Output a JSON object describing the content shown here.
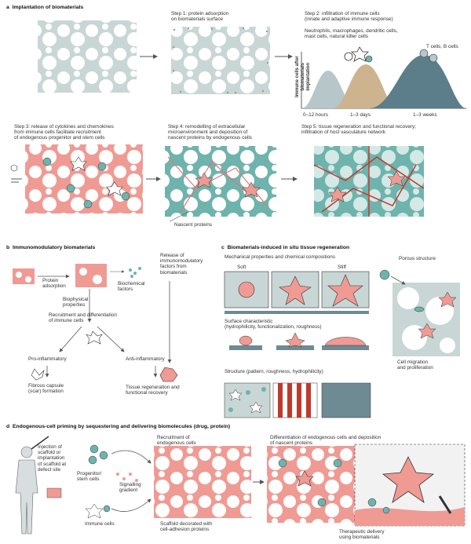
{
  "panel_a": {
    "letter": "a",
    "title": "Implantation of biomaterials",
    "step1": "Step 1: protein adsorption\non biomaterials surface",
    "step2": "Step 2: infiltration of immune cells\n(innate and adaptive immune response)",
    "step2_cells": "Neutrophils, macrophages, dendritic cells,\nmast cells, natural killer cells",
    "tcells": "T cells, B cells",
    "ylabel": "Immune cells after\nbiomaterials\nimplantation",
    "times": [
      "0–12 hours",
      "1–3 days",
      "1–3 weeks"
    ],
    "step3": "Step 3: release of cytokines and chemokines\nfrom immune cells facilitate recruitment\nof endogenous progenitor and stem cells",
    "step4": "Step 4: remodelling of extracellular\nmicroenvironment and deposition of\nnascent proteins by endogenous cells",
    "step5": "Step 5: tissue regeneration and functional recovery;\ninfiltration of host vasculature network",
    "nascent": "Nascent proteins"
  },
  "panel_b": {
    "letter": "b",
    "title": "Immunomodulatory biomaterials",
    "protein_adsorption": "Protein\nadsorption",
    "biochemical": "Biochemical\nfactors",
    "release": "Release of\nimmunomodulatory\nfactors from\nbiomaterials",
    "biophysical": "Biophysical\nproperties",
    "recruitment": "Recruitment and differentiation\nof immune cells",
    "pro": "Pro-inflammatory",
    "anti": "Anti-inflammatory",
    "fibrous": "Fibrous capsule\n(scar) formation",
    "regeneration": "Tissue regeneration and\nfunctional recovery"
  },
  "panel_c": {
    "letter": "c",
    "title": "Biomaterials-induced in situ tissue regeneration",
    "mech": "Mechanical properties and chemical compositions",
    "soft": "Soft",
    "stiff": "Stiff",
    "porous": "Porous structure",
    "surface": "Surface characteristic\n(hydrophilicity, functionalization, roughness)",
    "structure": "Structure (pattern, roughness, hydrophilicity)",
    "migration": "Cell migration\nand proliferation"
  },
  "panel_d": {
    "letter": "d",
    "title": "Endogenous-cell priming by sequestering and delivering biomolecules (drug, protein)",
    "injection": "Injection of\nscaffold or\nimplantation\nof scaffold at\ndefect site",
    "progenitor": "Progenitor/\nstem cells",
    "signalling": "Signalling\ngradient",
    "immune": "Immune cells",
    "recruitment": "Recruitment of\nendogenous cells",
    "scaffold": "Scaffold decorated with\ncell-adhesion proteins",
    "differentiation": "Differentiation of endogenous cells and deposition\nof nascent proteins",
    "therapeutic": "Therapeutic delivery\nusing biomaterials"
  },
  "colors": {
    "scaffold_grey": "#c9d6d6",
    "scaffold_pink": "#f09a94",
    "teal": "#6fb3ad",
    "curve_grey": "#b7c6c9",
    "curve_tan": "#cdb48e",
    "curve_slate": "#5c7e8a"
  }
}
